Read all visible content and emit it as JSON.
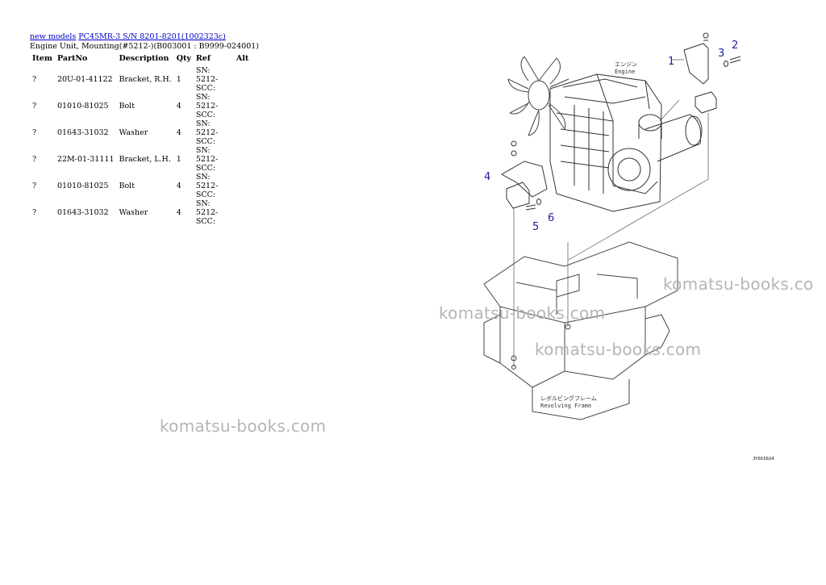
{
  "breadcrumb": {
    "link1": "new models",
    "link2": "PC45MR-3 S/N 8201-8201(1002323c)"
  },
  "subtitle": "Engine Unit, Mounting(#5212-)(B003001 : B9999-024001)",
  "table": {
    "headers": [
      "Item",
      "PartNo",
      "Description",
      "Qty",
      "Ref",
      "Alt"
    ],
    "rows": [
      {
        "item": "?",
        "part": "20U-01-41122",
        "desc": "Bracket, R.H.",
        "qty": "1",
        "ref": "SN: 5212-SCC:",
        "alt": ""
      },
      {
        "item": "?",
        "part": "01010-81025",
        "desc": "Bolt",
        "qty": "4",
        "ref": "SN: 5212-SCC:",
        "alt": ""
      },
      {
        "item": "?",
        "part": "01643-31032",
        "desc": "Washer",
        "qty": "4",
        "ref": "SN: 5212-SCC:",
        "alt": ""
      },
      {
        "item": "?",
        "part": "22M-01-31111",
        "desc": "Bracket, L.H.",
        "qty": "1",
        "ref": "SN: 5212-SCC:",
        "alt": ""
      },
      {
        "item": "?",
        "part": "01010-81025",
        "desc": "Bolt",
        "qty": "4",
        "ref": "SN: 5212-SCC:",
        "alt": ""
      },
      {
        "item": "?",
        "part": "01643-31032",
        "desc": "Washer",
        "qty": "4",
        "ref": "SN: 5212-SCC:",
        "alt": ""
      }
    ]
  },
  "watermarks": [
    "komatsu-books.co",
    "komatsu-books.com",
    "komatsu-books.com",
    "komatsu-books.com"
  ],
  "diagram": {
    "callouts": [
      "1",
      "2",
      "3",
      "4",
      "5",
      "6"
    ],
    "engine_label_jp": "エンジン",
    "engine_label": "Engine",
    "frame_label_jp": "レボルビングフレーム",
    "frame_label": "Revolving Frame",
    "drawing_code": "JY015024",
    "callout_color": "#1a1aa6"
  }
}
